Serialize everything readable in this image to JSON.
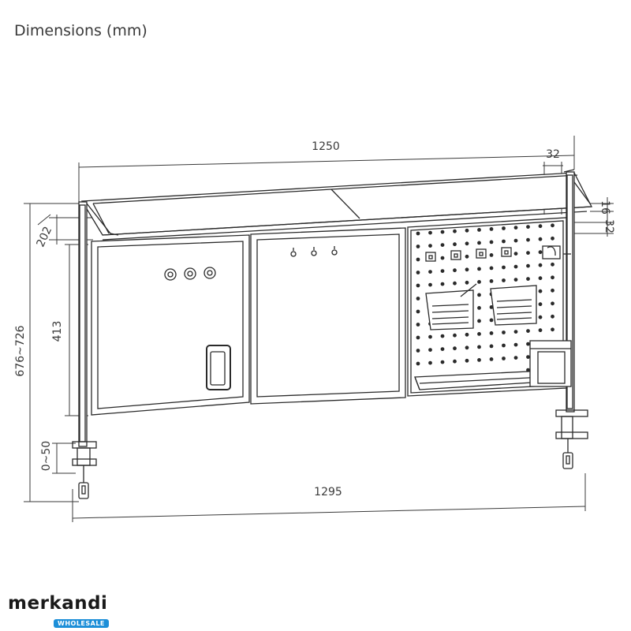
{
  "title": "Dimensions (mm)",
  "units": "mm",
  "dimensions": {
    "top_width": "1250",
    "bottom_width": "1295",
    "depth": "202",
    "panel_height": "413",
    "total_height": "676~726",
    "clamp_range": "0~50",
    "hole_offset": "32",
    "shelf_thickness": "16",
    "hole_pitch": "32"
  },
  "brand": {
    "name": "merkandi",
    "tagline": "WHOLESALE",
    "accent_color": "#1d8fd8"
  },
  "colors": {
    "line": "#2a2a2a",
    "text": "#3a3a3a"
  }
}
